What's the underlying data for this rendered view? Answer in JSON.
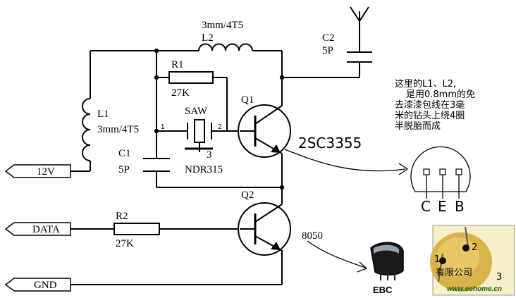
{
  "components": {
    "l2": {
      "name": "L2",
      "value": "3mm/4T5"
    },
    "r1": {
      "name": "R1",
      "value": "27K"
    },
    "l1": {
      "name": "L1",
      "value": "3mm/4T5"
    },
    "c1": {
      "name": "C1",
      "value": "5P"
    },
    "c2": {
      "name": "C2",
      "value": "5P"
    },
    "saw": {
      "name": "SAW",
      "part": "NDR315",
      "pin1": "1",
      "pin2": "2",
      "pin3": "3"
    },
    "q1": {
      "name": "Q1",
      "part": "2SC3355"
    },
    "q2": {
      "name": "Q2",
      "part": "8050"
    },
    "r2": {
      "name": "R2",
      "value": "27K"
    }
  },
  "ports": {
    "vcc": "12V",
    "data": "DATA",
    "gnd": "GND"
  },
  "note": {
    "lines": [
      "这里的L1、L2,",
      "是用0.8mm的免",
      "去漆漆包线在3毫",
      "米的钻头上绕4圈",
      "半脱胎而成"
    ]
  },
  "pinout_q1": {
    "pins": [
      "C",
      "E",
      "B"
    ]
  },
  "package_8050": {
    "label": "EBC"
  },
  "photo": {
    "pin1": "1",
    "pin2": "2",
    "pin3": "3",
    "caption": "有限公司",
    "watermark": "www.eehome.cn"
  }
}
